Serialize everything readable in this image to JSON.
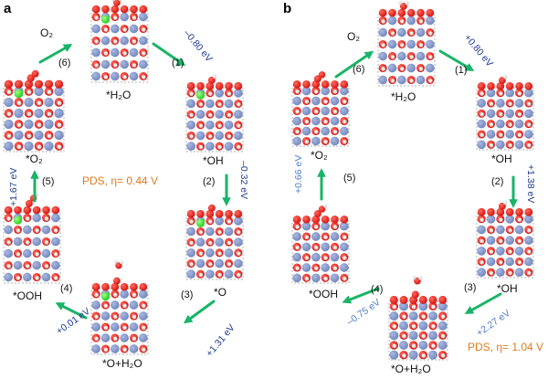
{
  "colors": {
    "oxygen": "#d41010",
    "metal": "#6f86bd",
    "hydrogen": "#eeeeee",
    "dopant": "#22c818",
    "arrow": "#19b468",
    "energy_dark": "#1f3b8f",
    "energy_light": "#4d7fc9",
    "pds": "#e07a1f"
  },
  "panel_a": {
    "letter": "a",
    "product_o2": "O₂",
    "states": [
      "*H₂O",
      "*OH",
      "*O",
      "*O+H₂O",
      "*OOH",
      "*O₂"
    ],
    "steps": [
      "(1)",
      "(2)",
      "(3)",
      "(4)",
      "(5)",
      "(6)"
    ],
    "energies": [
      "–0.80 eV",
      "–0.32 eV",
      "+1.31 eV",
      "+0.01 eV",
      "+1.67 eV"
    ],
    "pds": "PDS, η= 0.44 V"
  },
  "panel_b": {
    "letter": "b",
    "product_o2": "O₂",
    "states": [
      "*H₂O",
      "*OH",
      "*OH",
      "*O+H₂O",
      "*OOH",
      "*O₂"
    ],
    "steps": [
      "(1)",
      "(2)",
      "(3)",
      "(4)",
      "(5)",
      "(6)"
    ],
    "energies": [
      "+0.80 eV",
      "+1.38 eV",
      "+2.27 eV",
      "–0.75 eV",
      "+0.66 eV"
    ],
    "pds": "PDS, η= 1.04 V"
  }
}
